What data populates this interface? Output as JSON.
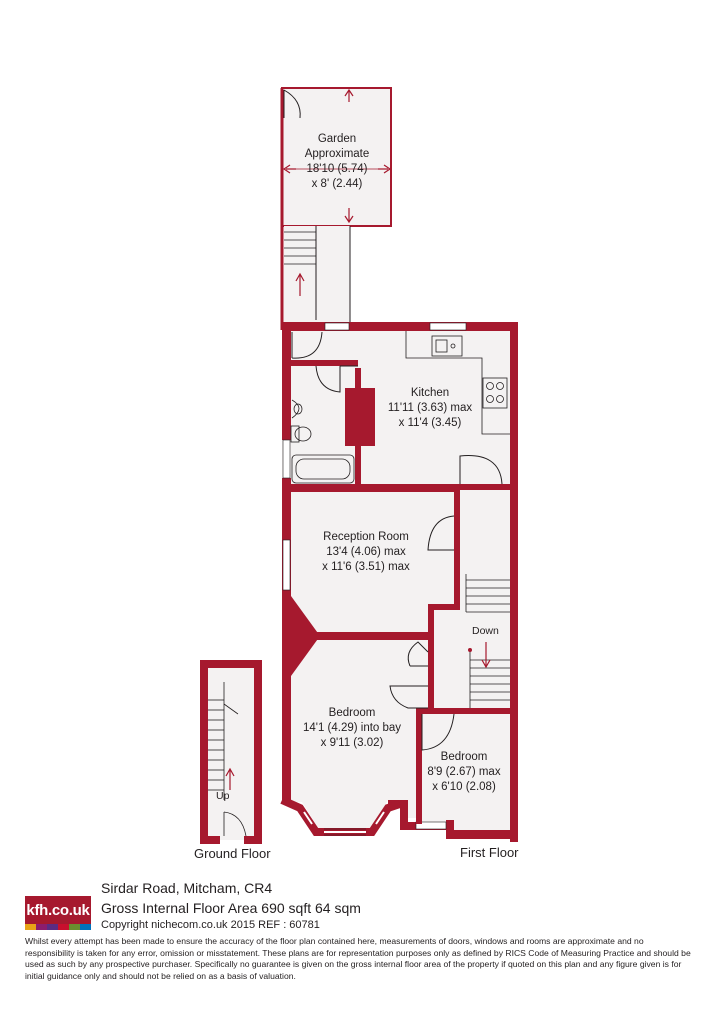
{
  "rooms": {
    "garden": {
      "lines": [
        "Garden",
        "Approximate",
        "18'10 (5.74)",
        "x 8' (2.44)"
      ]
    },
    "kitchen": {
      "lines": [
        "Kitchen",
        "11'11 (3.63) max",
        "x 11'4 (3.45)"
      ]
    },
    "reception": {
      "lines": [
        "Reception Room",
        "13'4 (4.06) max",
        "x 11'6 (3.51) max"
      ]
    },
    "bedroom1": {
      "lines": [
        "Bedroom",
        "14'1 (4.29) into bay",
        "x 9'11 (3.02)"
      ]
    },
    "bedroom2": {
      "lines": [
        "Bedroom",
        "8'9 (2.67) max",
        "x 6'10 (2.08)"
      ]
    }
  },
  "stairs": {
    "down_label": "Down",
    "up_label": "Up"
  },
  "floors": {
    "ground": "Ground Floor",
    "first": "First Floor"
  },
  "footer": {
    "brand": "kfh.co.uk",
    "address": "Sirdar Road, Mitcham, CR4",
    "area": "Gross Internal Floor Area 690 sqft 64 sqm",
    "copyright": "Copyright nichecom.co.uk 2015 REF : 60781",
    "disclaimer": "Whilst every attempt has been made to ensure the accuracy of the floor plan contained here, measurements of doors, windows and rooms are approximate and no responsibility is taken for any error, omission or misstatement. These plans are for representation purposes only as defined by RICS Code of Measuring Practice and should be used as such by any prospective purchaser. Specifically no guarantee is given on the gross internal floor area of the property if quoted on this plan and any figure given is for initial guidance only and should not be relied on as a basis of valuation."
  },
  "colors": {
    "wall": "#a6192e",
    "floor": "#f4f2f2",
    "line": "#231f20",
    "logo_strip": [
      "#e8a317",
      "#8c1d6d",
      "#5b2c83",
      "#c8102e",
      "#6a8d2f",
      "#0072bc"
    ]
  }
}
